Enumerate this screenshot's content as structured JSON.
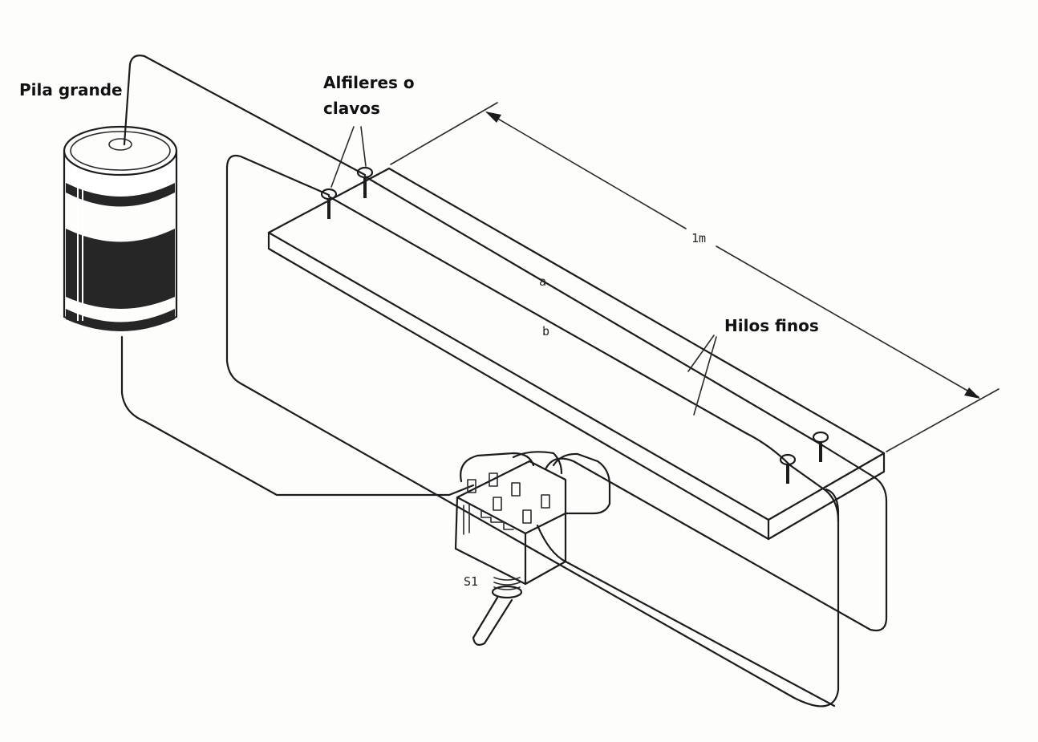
{
  "labels": {
    "battery": "Pila grande",
    "pins_line1": "Alfileres o",
    "pins_line2": "clavos",
    "wires": "Hilos finos"
  },
  "annotations": {
    "length": "1m",
    "wire_a": "a",
    "wire_b": "b",
    "switch": "S1"
  },
  "colors": {
    "ink": "#1c1c1c",
    "background": "#fdfdfc",
    "battery_fill": "#262626"
  }
}
